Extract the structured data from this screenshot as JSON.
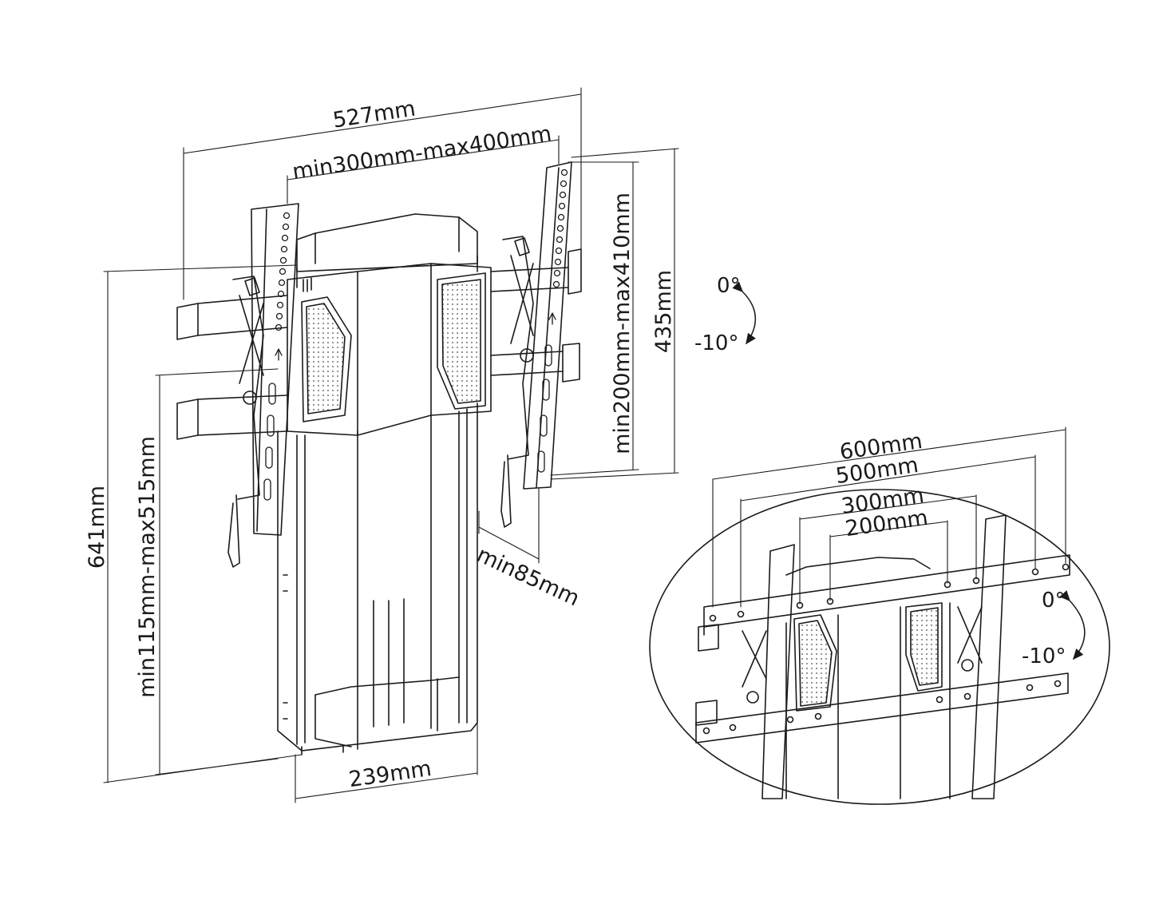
{
  "main_view": {
    "width_label": "527mm",
    "vesa_width_label": "min300mm-max400mm",
    "vesa_height_label": "min200mm-max410mm",
    "bracket_height_label": "435mm",
    "total_height_label": "641mm",
    "lift_range_label": "min115mm-max515mm",
    "base_width_label": "239mm",
    "depth_label": "min85mm",
    "tilt_top_label": "0°",
    "tilt_bottom_label": "-10°"
  },
  "detail_view": {
    "rail_600_label": "600mm",
    "rail_500_label": "500mm",
    "rail_300_label": "300mm",
    "rail_200_label": "200mm",
    "tilt_top_label": "0°",
    "tilt_bottom_label": "-10°"
  },
  "colors": {
    "line": "#1a1a1a",
    "background": "#ffffff",
    "mesh": "#9a9a9a"
  }
}
